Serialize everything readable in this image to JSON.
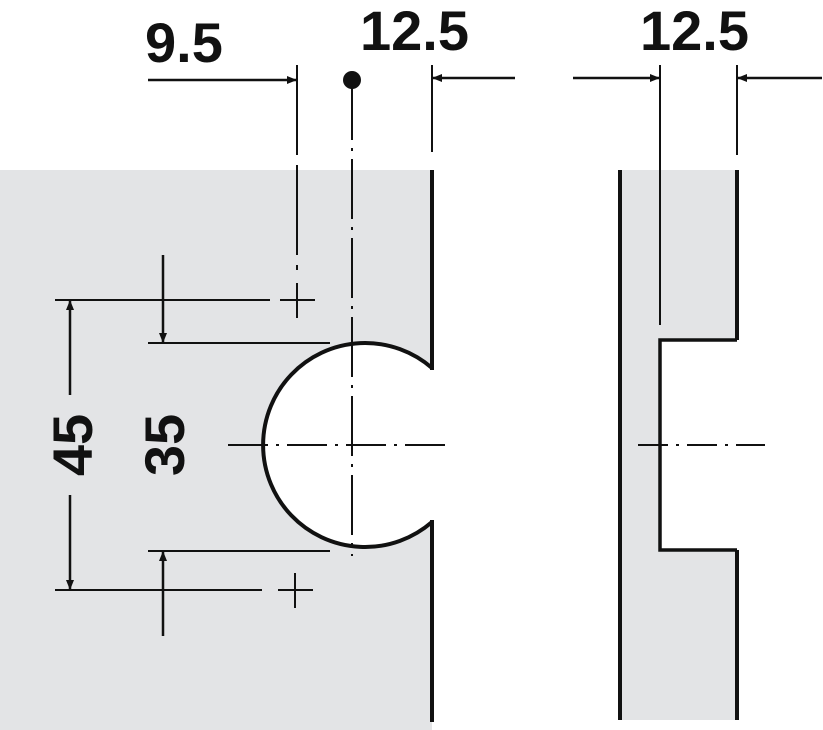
{
  "diagram": {
    "dimensions": {
      "offset_left": "9.5",
      "edge_distance_front": "12.5",
      "edge_distance_side": "12.5",
      "hole_spacing": "45",
      "cup_diameter": "35"
    },
    "colors": {
      "panel": "#e3e4e6",
      "line": "#111111",
      "background": "#ffffff"
    }
  }
}
